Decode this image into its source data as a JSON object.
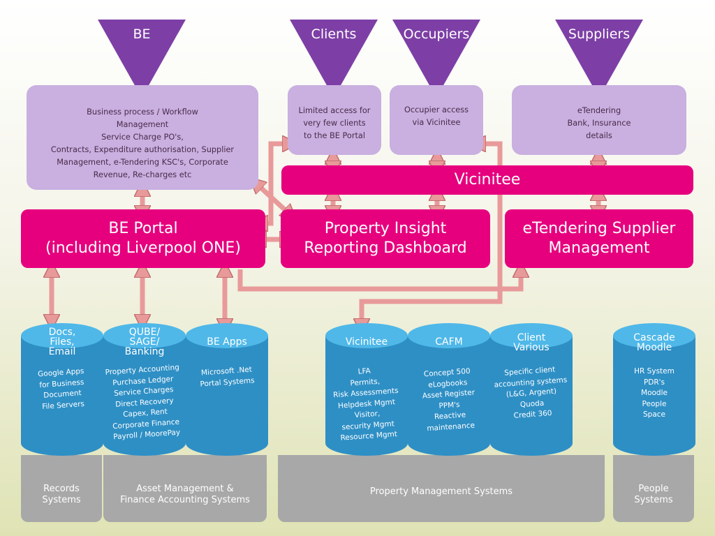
{
  "stakeholders": {
    "be": "BE",
    "clients": "Clients",
    "occupiers": "Occupiers",
    "suppliers": "Suppliers"
  },
  "access_notes": {
    "be": [
      "Business process / Workflow",
      "Management",
      "Service Charge PO's,",
      "Contracts, Expenditure authorisation, Supplier",
      "Management, e-Tendering KSC's, Corporate",
      "Revenue, Re-charges etc"
    ],
    "clients": [
      "Limited access for",
      "very few clients",
      "to the BE Portal"
    ],
    "occupiers": [
      "Occupier access",
      "via Vicinitee"
    ],
    "suppliers": [
      "eTendering",
      "Bank, Insurance",
      "details"
    ]
  },
  "platforms": {
    "vicinitee_bar": "Vicinitee",
    "be_portal": [
      "BE Portal",
      "(including Liverpool ONE)"
    ],
    "property_insight": [
      "Property Insight",
      "Reporting Dashboard"
    ],
    "etendering": [
      "eTendering Supplier",
      "Management"
    ]
  },
  "databases": [
    {
      "title": [
        "Docs,",
        "Files,",
        "Email"
      ],
      "items": [
        "Google Apps",
        "for Business",
        "Document",
        "File Servers"
      ]
    },
    {
      "title": [
        "QUBE/",
        "SAGE/",
        "Banking"
      ],
      "items": [
        "Property Accounting",
        "Purchase Ledger",
        "Service Charges",
        "Direct Recovery",
        "Capex, Rent",
        "Corporate Finance",
        "Payroll / MoorePay"
      ]
    },
    {
      "title": [
        "BE Apps"
      ],
      "items": [
        "Microsoft .Net",
        "Portal Systems"
      ]
    },
    {
      "title": [
        "Vicinitee"
      ],
      "items": [
        "LFA",
        "Permits,",
        "Risk Assessments",
        "Helpdesk Mgmt",
        "Visitor,",
        "security Mgmt",
        "Resource Mgmt"
      ]
    },
    {
      "title": [
        "CAFM"
      ],
      "items": [
        "Concept 500",
        "eLogbooks",
        "Asset Register",
        "PPM's",
        "Reactive",
        "maintenance"
      ]
    },
    {
      "title": [
        "Client",
        "Various"
      ],
      "items": [
        "Specific client",
        "accounting systems",
        "(L&G, Argent)",
        "Quoda",
        "Credit 360"
      ]
    },
    {
      "title": [
        "Cascade",
        "Moodle"
      ],
      "items": [
        "HR System",
        "PDR's",
        "Moodle",
        "People",
        "Space"
      ]
    }
  ],
  "system_groups": {
    "records": [
      "Records",
      "Systems"
    ],
    "asset": [
      "Asset Management &",
      "Finance Accounting Systems"
    ],
    "property": [
      "Property Management Systems"
    ],
    "people": [
      "People",
      "Systems"
    ]
  },
  "colors": {
    "stakeholder": "#7d3fa6",
    "access_note": "#c9b0e0",
    "platform": "#e6007e",
    "database_body": "#2e8fc5",
    "database_top": "#4fb8e8",
    "system_group": "#a8a8a8",
    "connector": "#e89a9a"
  }
}
